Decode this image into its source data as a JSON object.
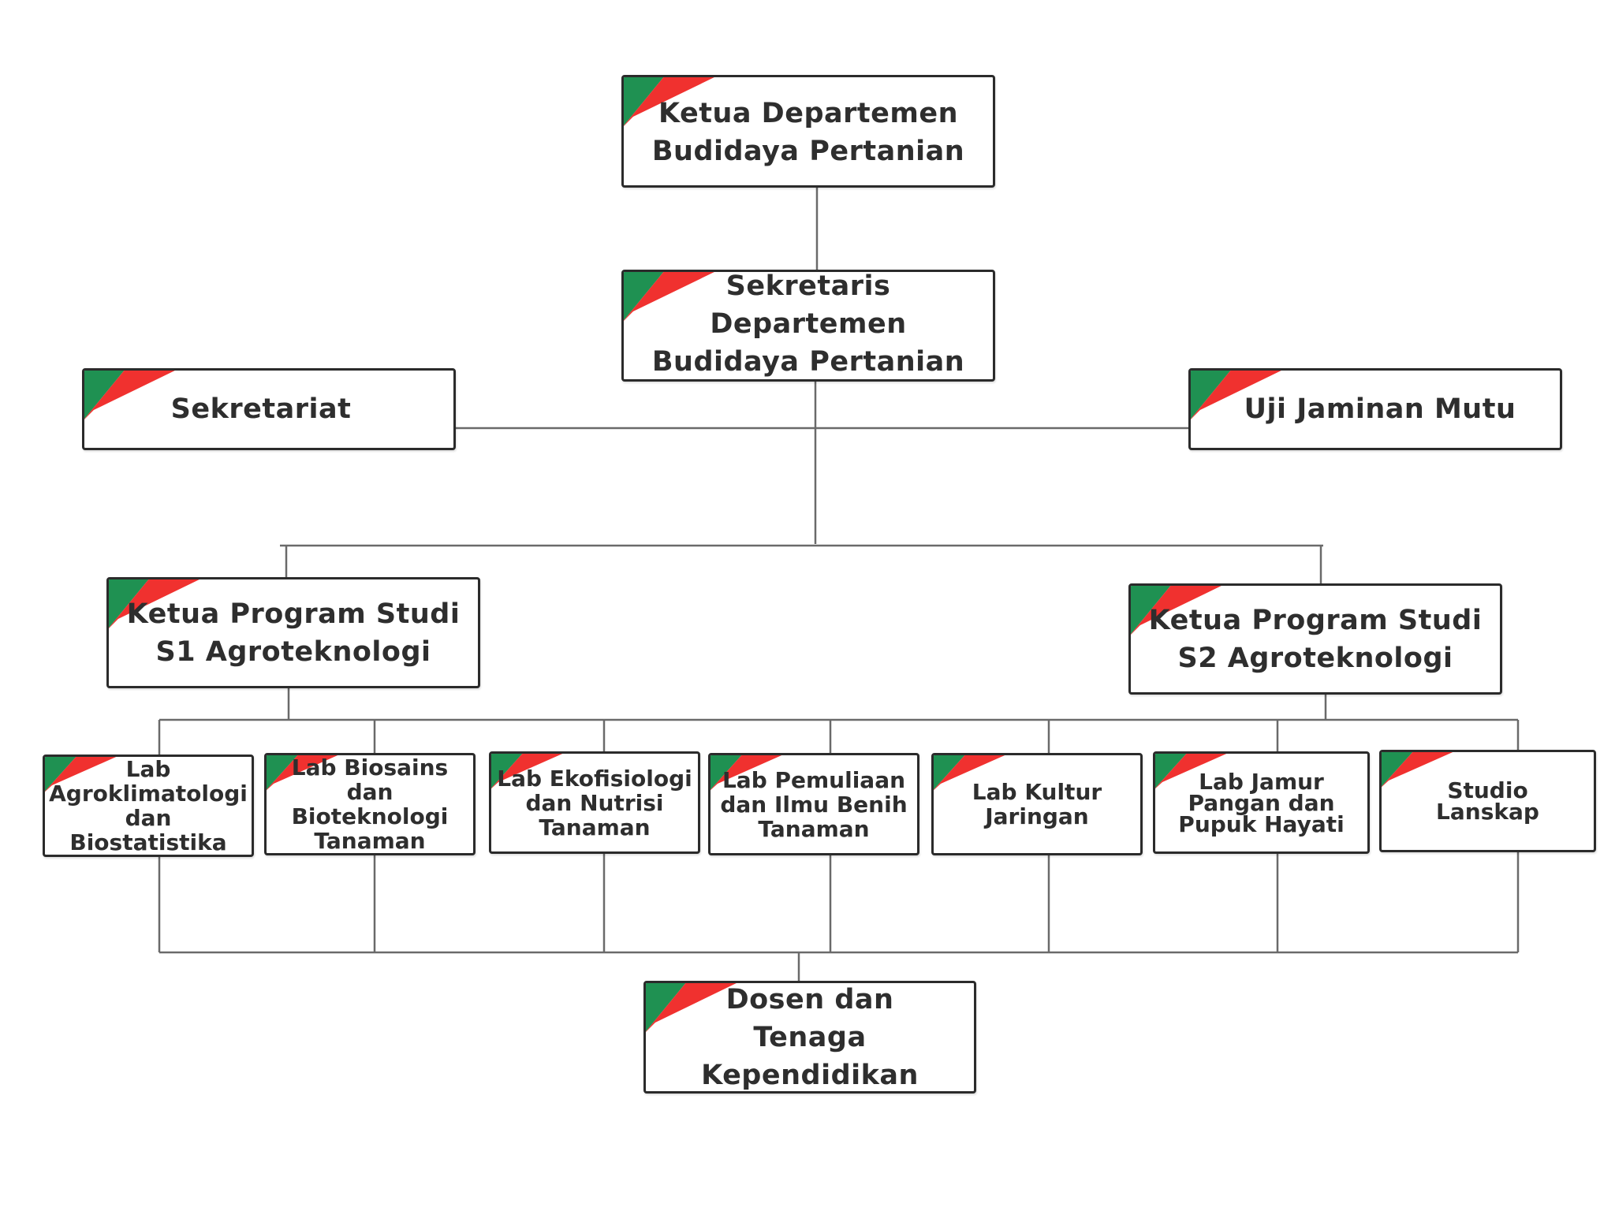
{
  "diagram": {
    "colors": {
      "flag_green": "#1f9152",
      "flag_red": "#f0312f",
      "border": "#2b2b2b",
      "line": "#6a6a6a",
      "text": "#2e2e2e"
    },
    "nodes": {
      "ketua_departemen": {
        "label": "Ketua Departemen\nBudidaya Pertanian"
      },
      "sekretaris_departemen": {
        "label": "Sekretaris Departemen\nBudidaya Pertanian"
      },
      "sekretariat": {
        "label": "Sekretariat"
      },
      "uji_jaminan_mutu": {
        "label": "Uji Jaminan Mutu"
      },
      "kaprodi_s1": {
        "label": "Ketua Program Studi\nS1 Agroteknologi"
      },
      "kaprodi_s2": {
        "label": "Ketua Program Studi\nS2 Agroteknologi"
      },
      "labs": [
        {
          "label": "Lab\nAgroklimatologi\ndan Biostatistika"
        },
        {
          "label": "Lab  Biosains\ndan Bioteknologi\nTanaman"
        },
        {
          "label": "Lab Ekofisiologi\ndan Nutrisi\nTanaman"
        },
        {
          "label": "Lab Pemuliaan\ndan Ilmu Benih\nTanaman"
        },
        {
          "label": "Lab Kultur\nJaringan"
        },
        {
          "label": "Lab Jamur\nPangan dan\nPupuk Hayati"
        },
        {
          "label": "Studio\nLanskap"
        }
      ],
      "dosen": {
        "label": "Dosen dan\nTenaga Kependidikan"
      }
    }
  }
}
